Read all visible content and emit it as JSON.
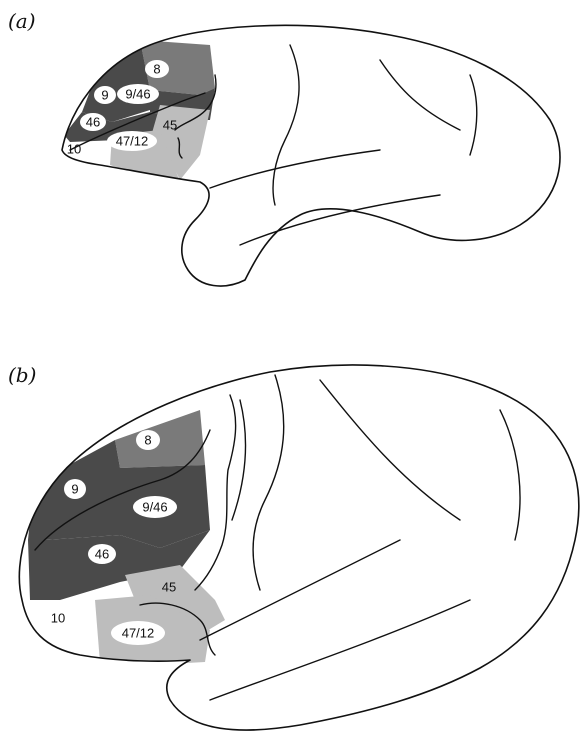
{
  "figure": {
    "panels": [
      {
        "id": "a",
        "label": "(a)",
        "areas": {
          "a8": "8",
          "a9": "9",
          "a9_46": "9/46",
          "a46": "46",
          "a10": "10",
          "a45": "45",
          "a47_12": "47/12"
        }
      },
      {
        "id": "b",
        "label": "(b)",
        "areas": {
          "a8": "8",
          "a9": "9",
          "a9_46": "9/46",
          "a46": "46",
          "a10": "10",
          "a45": "45",
          "a47_12": "47/12"
        }
      }
    ]
  },
  "colors": {
    "dark_region": "#4a4a4a",
    "medium_region": "#7a7a7a",
    "light_region": "#bdbdbd",
    "outline": "#111111",
    "background": "#ffffff"
  }
}
